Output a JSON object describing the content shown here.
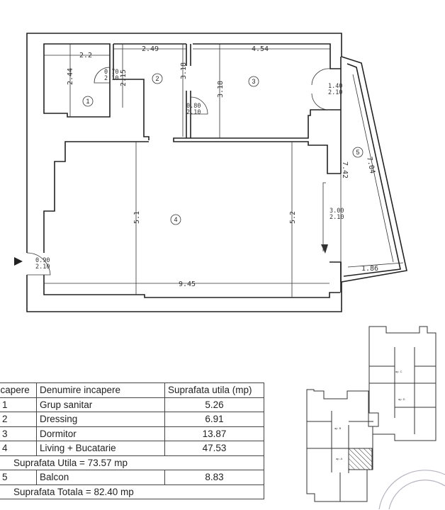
{
  "plan": {
    "rooms": [
      "1",
      "2",
      "3",
      "4",
      "5"
    ],
    "dimensions": {
      "r1_width": "2.2",
      "r1_height": "2.44",
      "r2_width": "2.49",
      "r2_height_left": "2.15",
      "r2_height_right": "3.18",
      "r3_width": "4.54",
      "r3_height": "3.18",
      "r4_height_left": "5.1",
      "r4_height_right": "5.2",
      "r4_width": "9.45",
      "r5_length": "7.04",
      "r5_width": "1.86",
      "r5_side": "7.42"
    },
    "doors": [
      {
        "width": "0.70",
        "height": "2.10"
      },
      {
        "width": "0.80",
        "height": "2.10"
      },
      {
        "width": "1.40",
        "height": "2.10"
      },
      {
        "width": "3.00",
        "height": "2.10"
      },
      {
        "width": "0.90",
        "height": "2.10"
      }
    ]
  },
  "table": {
    "headers": [
      "Nr. incapere",
      "Denumire incapere",
      "Suprafata utila (mp)"
    ],
    "rows": [
      {
        "nr": "1",
        "name": "Grup sanitar",
        "area": "5.26"
      },
      {
        "nr": "2",
        "name": "Dressing",
        "area": "6.91"
      },
      {
        "nr": "3",
        "name": "Dormitor",
        "area": "13.87"
      },
      {
        "nr": "4",
        "name": "Living + Bucatarie",
        "area": "47.53"
      }
    ],
    "subtotal": "Suprafata Utila =  73.57 mp",
    "balcony": {
      "nr": "5",
      "name": "Balcon",
      "area": "8.83"
    },
    "total": "Suprafata Totala =  82.40 mp"
  },
  "keyplan": {
    "labels": [
      "ap. C",
      "ap. D",
      "ap. B",
      "ap. A"
    ]
  }
}
